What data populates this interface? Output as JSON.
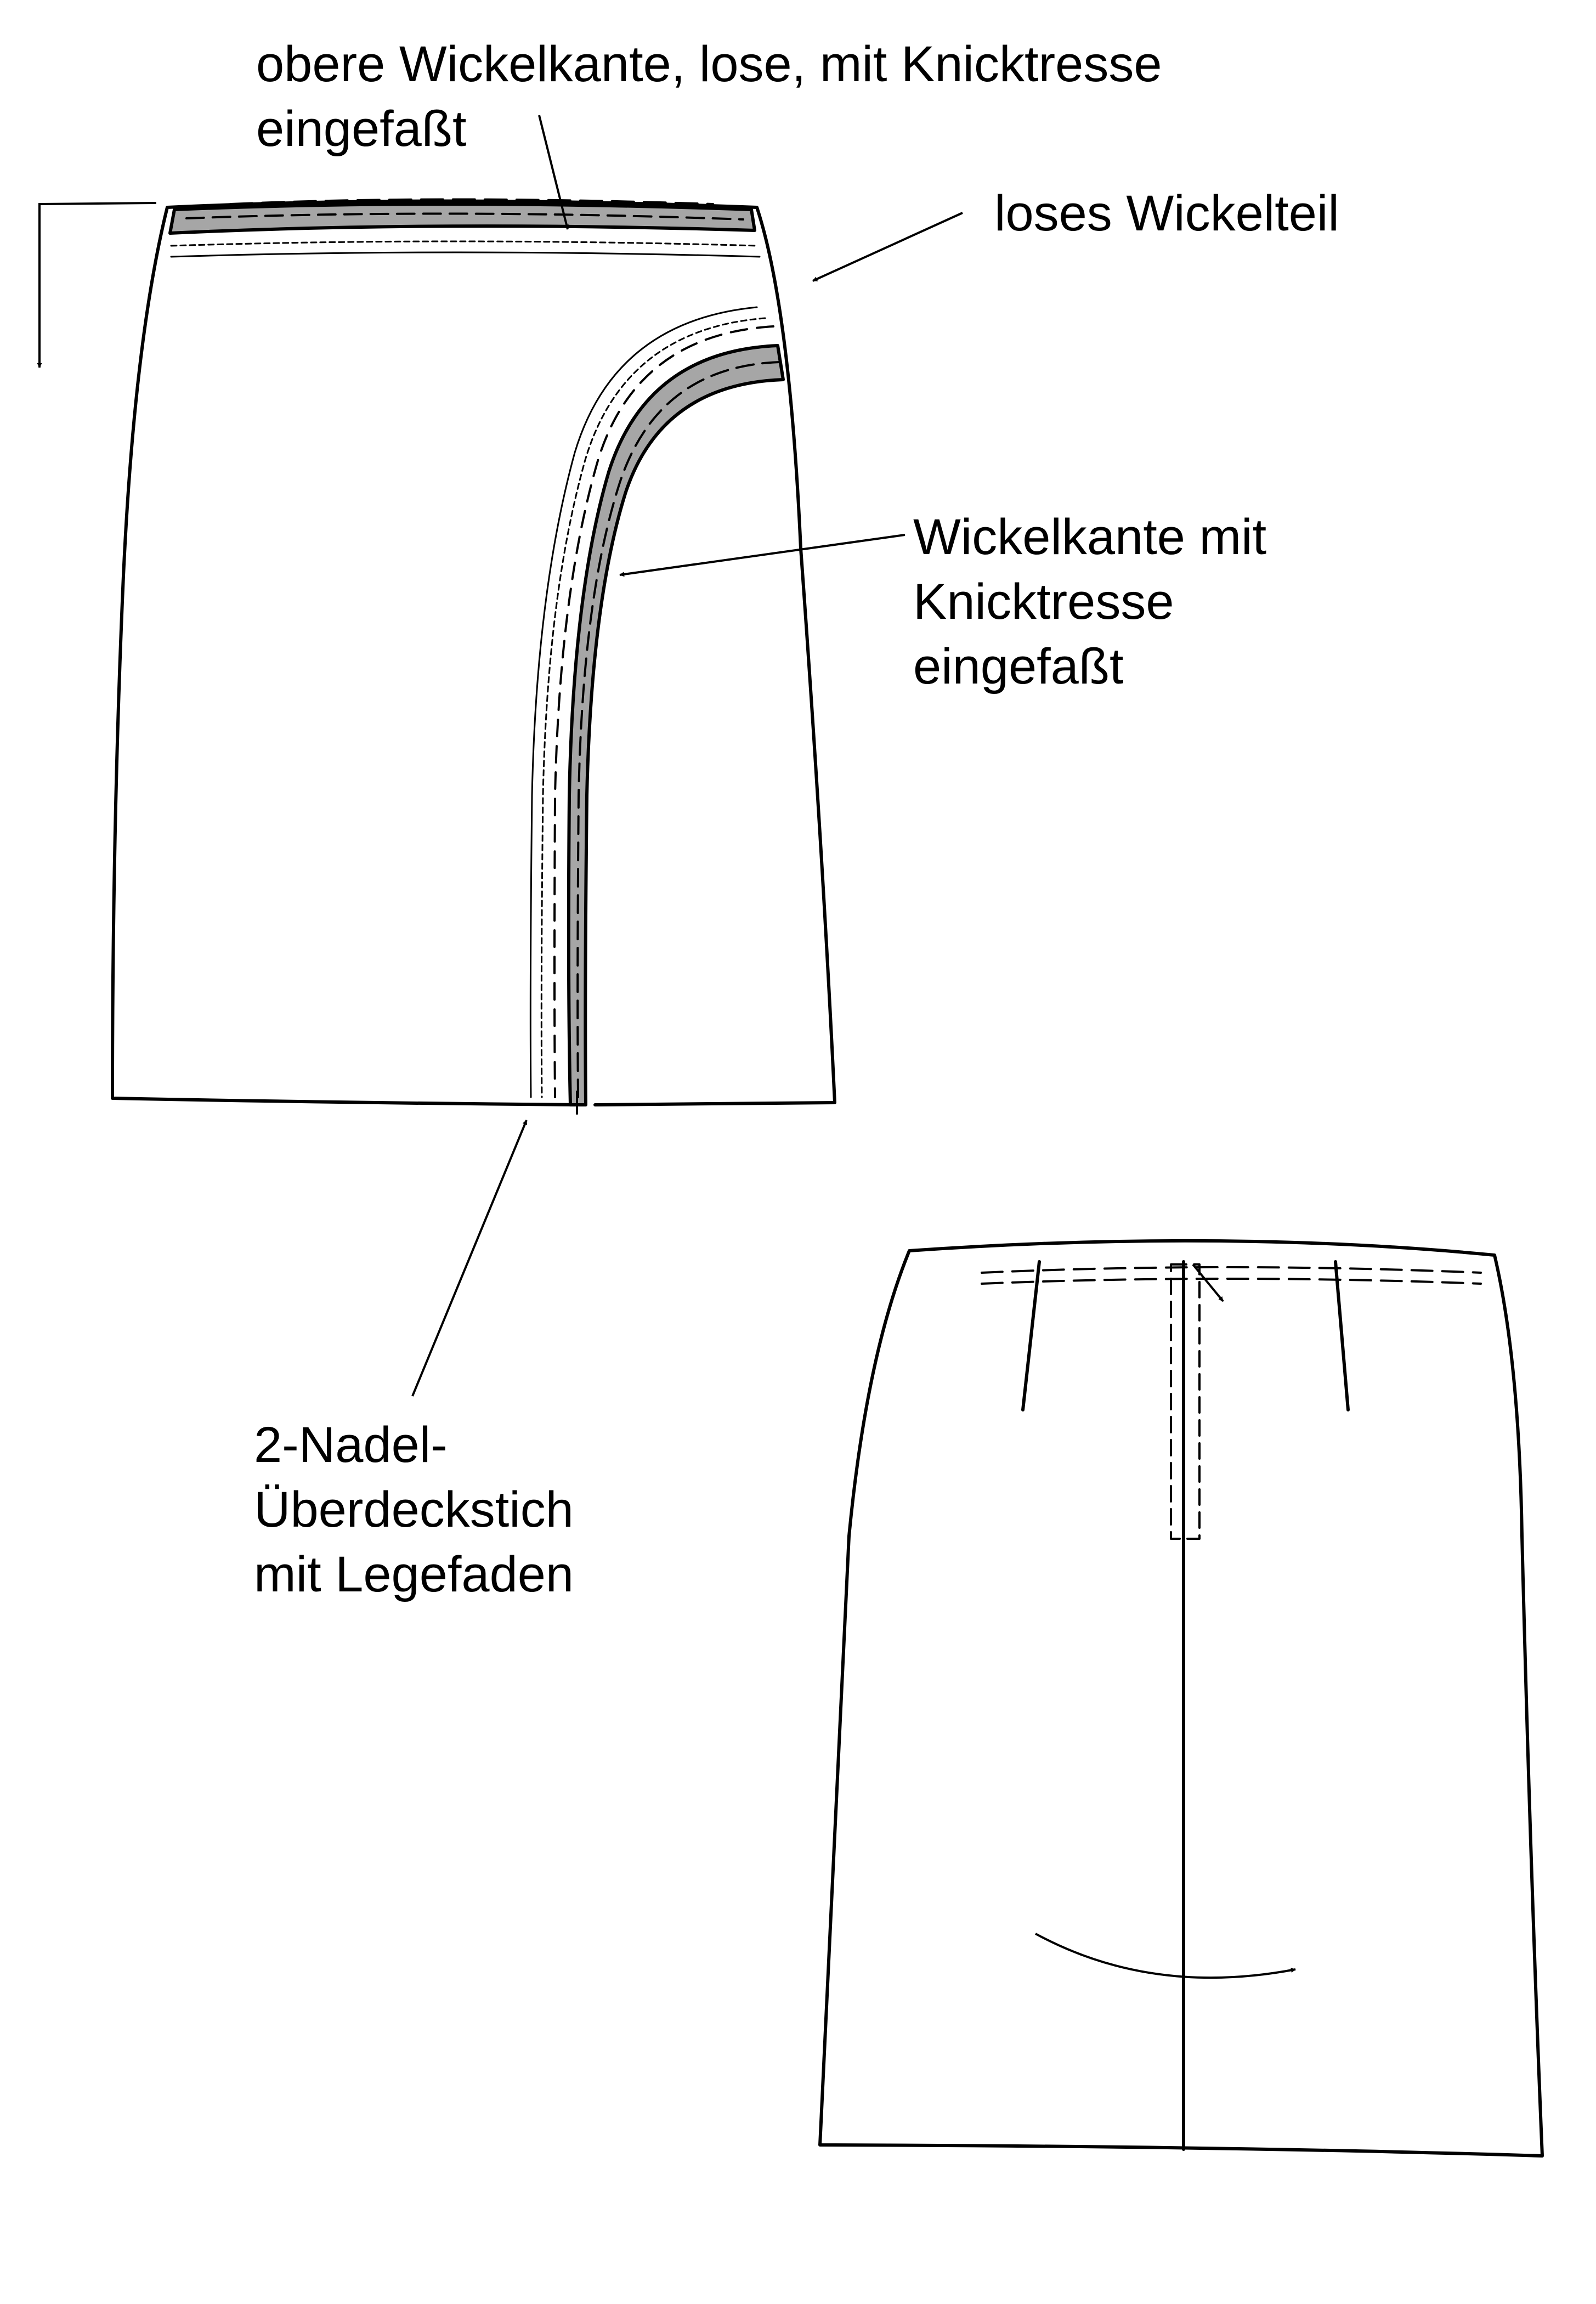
{
  "labels": {
    "upper_wrap_edge": {
      "line1": "obere Wickelkante, lose,  mit Knicktresse",
      "line2": "eingefaßt"
    },
    "loose_wrap_part": {
      "line1": "loses Wickelteil"
    },
    "wrap_edge_binding": {
      "line1": "Wickelkante mit",
      "line2": "Knicktresse",
      "line3": "eingefaßt"
    },
    "coverstitch": {
      "line1": "2-Nadel-",
      "line2": "Überdeckstich",
      "line3": "mit Legefaden"
    }
  },
  "colors": {
    "outline": "#000000",
    "binding_fill": "#a6a6a6",
    "background": "#ffffff"
  }
}
